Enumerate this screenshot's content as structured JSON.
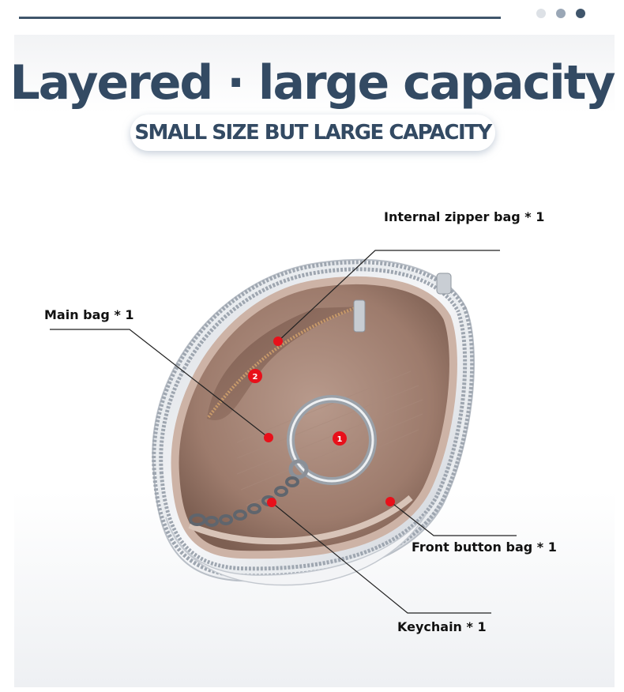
{
  "header": {
    "pagination": [
      {
        "color": "#dde1e6"
      },
      {
        "color": "#9aa7b6"
      },
      {
        "color": "#3f556b"
      }
    ]
  },
  "title": "Layered · large capacity",
  "subtitle": "SMALL SIZE BUT LARGE CAPACITY",
  "callouts": {
    "internal_zipper": "Internal zipper bag * 1",
    "main_bag": "Main bag * 1",
    "front_button": "Front button bag * 1",
    "keychain": "Keychain * 1"
  },
  "markers": [
    "1",
    "2"
  ],
  "colors": {
    "title": "#334a63",
    "marker": "#e8101a",
    "leader": "#222222"
  },
  "product": "silver-coin-purse-image"
}
